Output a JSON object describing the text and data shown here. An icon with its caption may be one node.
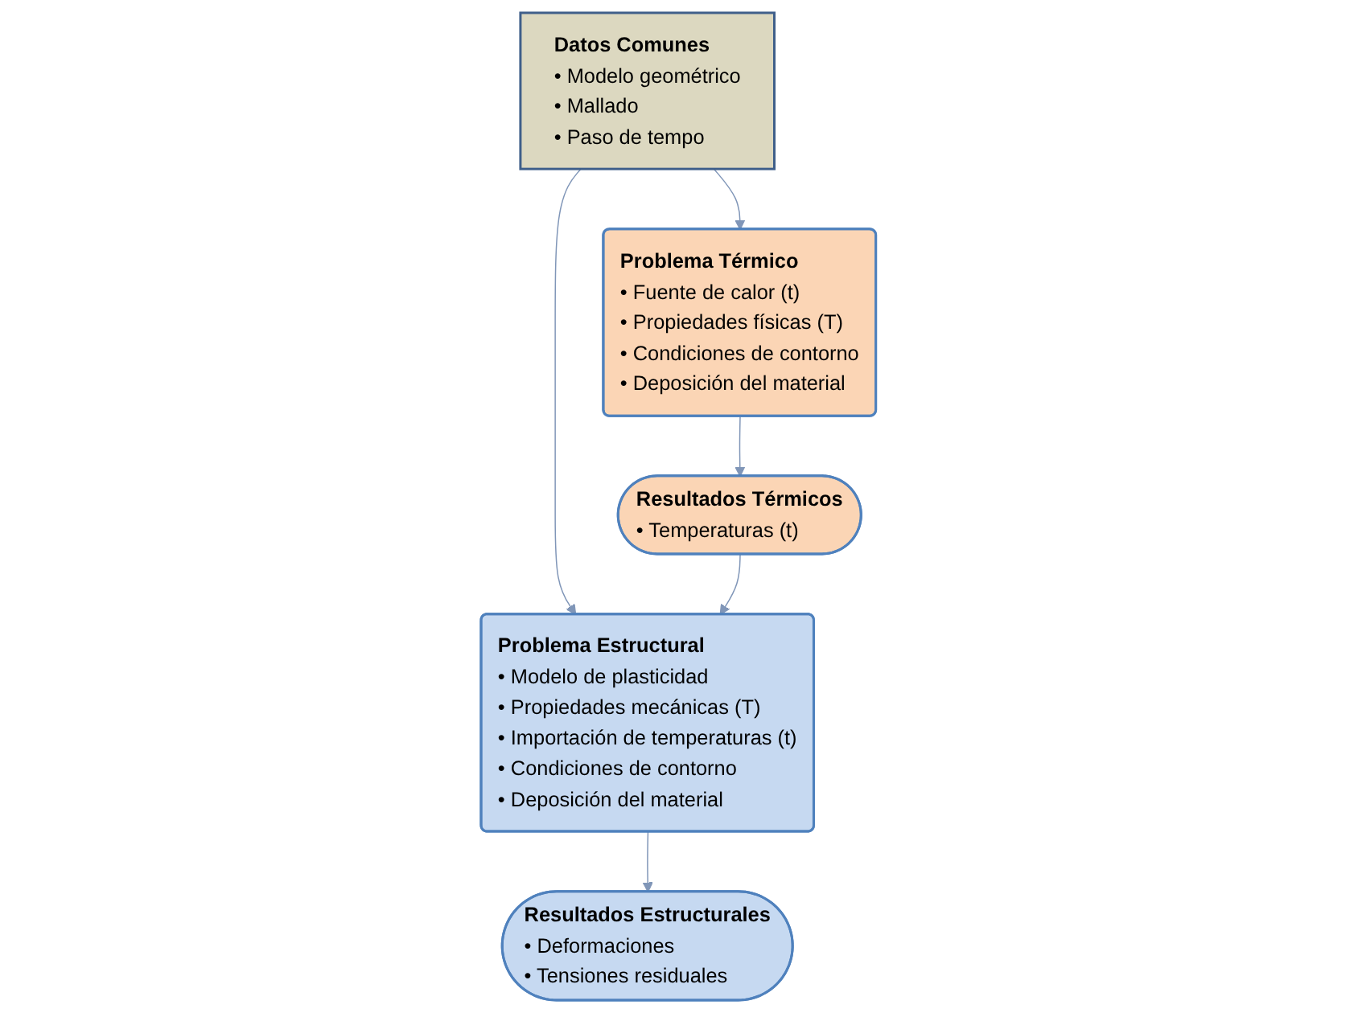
{
  "diagram": {
    "nodes": [
      {
        "text": [
          "Datos Comunes",
          "• Modelo geométrico",
          "• Mallado",
          "• Paso de tempo"
        ]
      },
      {
        "text": [
          "Problema Térmico",
          "• Fuente de calor (t)",
          "• Propiedades físicas (T)",
          "• Condiciones de contorno",
          "• Deposición del material"
        ]
      },
      {
        "text": [
          "Problema Estructural",
          "• Modelo de plasticidad",
          "• Propiedades mecánicas (T)",
          "• Importación de temperaturas (t)",
          "• Condiciones de contorno",
          "• Deposición del material"
        ]
      },
      {
        "text": [
          "Resultados Térmicos",
          "• Temperaturas (t)"
        ]
      },
      {
        "text": [
          "Resultados Estructurales",
          "• Deformaciones",
          "• Tensiones residuales"
        ]
      }
    ],
    "edges": [
      {
        "from": 0,
        "to": 1,
        "arrow": "to"
      },
      {
        "from": 0,
        "to": 2,
        "arrow": "to"
      },
      {
        "from": 1,
        "to": 3,
        "arrow": "to"
      },
      {
        "from": 3,
        "to": 2,
        "arrow": "to"
      },
      {
        "from": 2,
        "to": 4,
        "arrow": "to"
      }
    ]
  }
}
